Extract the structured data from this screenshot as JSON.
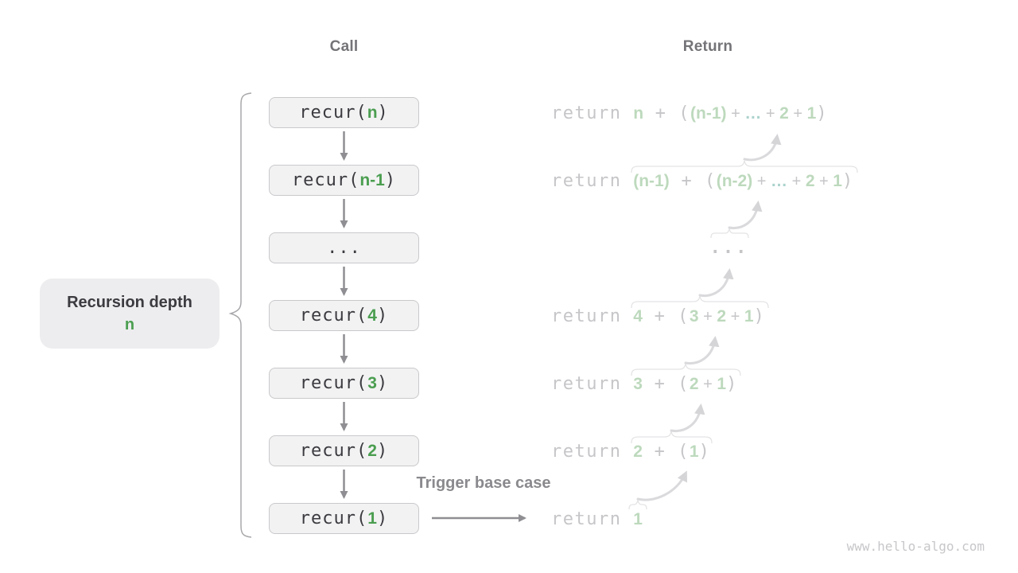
{
  "headers": {
    "call": "Call",
    "return": "Return"
  },
  "labels": {
    "recursion_depth_title": "Recursion depth",
    "recursion_depth_value": "n",
    "trigger_base_case": "Trigger base case",
    "watermark": "www.hello-algo.com"
  },
  "call_boxes": [
    {
      "segments": [
        {
          "t": "recur(",
          "s": "code"
        },
        {
          "t": "n",
          "s": "arg"
        },
        {
          "t": ")",
          "s": "code"
        }
      ]
    },
    {
      "segments": [
        {
          "t": "recur(",
          "s": "code"
        },
        {
          "t": "n-1",
          "s": "arg"
        },
        {
          "t": ")",
          "s": "code"
        }
      ]
    },
    {
      "segments": [
        {
          "t": "...",
          "s": "code"
        }
      ]
    },
    {
      "segments": [
        {
          "t": "recur(",
          "s": "code"
        },
        {
          "t": "4",
          "s": "arg"
        },
        {
          "t": ")",
          "s": "code"
        }
      ]
    },
    {
      "segments": [
        {
          "t": "recur(",
          "s": "code"
        },
        {
          "t": "3",
          "s": "arg"
        },
        {
          "t": ")",
          "s": "code"
        }
      ]
    },
    {
      "segments": [
        {
          "t": "recur(",
          "s": "code"
        },
        {
          "t": "2",
          "s": "arg"
        },
        {
          "t": ")",
          "s": "code"
        }
      ]
    },
    {
      "segments": [
        {
          "t": "recur(",
          "s": "code"
        },
        {
          "t": "1",
          "s": "arg"
        },
        {
          "t": ")",
          "s": "code"
        }
      ]
    }
  ],
  "return_lines": [
    {
      "segments": [
        {
          "t": "return ",
          "s": "kw"
        },
        {
          "t": "n",
          "s": "val"
        },
        {
          "t": " + ",
          "s": "kw"
        },
        {
          "t": "(",
          "s": "kw"
        },
        {
          "t": "(n-1)",
          "s": "val"
        },
        {
          "t": " + ",
          "s": "op"
        },
        {
          "t": "…",
          "s": "ell"
        },
        {
          "t": " + ",
          "s": "op"
        },
        {
          "t": "2",
          "s": "val"
        },
        {
          "t": " + ",
          "s": "op"
        },
        {
          "t": "1",
          "s": "val"
        },
        {
          "t": ")",
          "s": "kw"
        }
      ]
    },
    {
      "segments": [
        {
          "t": "return ",
          "s": "kw"
        },
        {
          "t": "(n-1)",
          "s": "val"
        },
        {
          "t": " + ",
          "s": "kw"
        },
        {
          "t": "(",
          "s": "kw"
        },
        {
          "t": "(n-2)",
          "s": "val"
        },
        {
          "t": " + ",
          "s": "op"
        },
        {
          "t": "…",
          "s": "ell"
        },
        {
          "t": " + ",
          "s": "op"
        },
        {
          "t": "2",
          "s": "val"
        },
        {
          "t": " + ",
          "s": "op"
        },
        {
          "t": "1",
          "s": "val"
        },
        {
          "t": ")",
          "s": "kw"
        }
      ]
    },
    {
      "segments": [
        {
          "t": "...",
          "s": "dots"
        }
      ]
    },
    {
      "segments": [
        {
          "t": "return ",
          "s": "kw"
        },
        {
          "t": "4",
          "s": "val"
        },
        {
          "t": " + ",
          "s": "kw"
        },
        {
          "t": "(",
          "s": "kw"
        },
        {
          "t": "3",
          "s": "val"
        },
        {
          "t": " + ",
          "s": "op"
        },
        {
          "t": "2",
          "s": "val"
        },
        {
          "t": " + ",
          "s": "op"
        },
        {
          "t": "1",
          "s": "val"
        },
        {
          "t": ")",
          "s": "kw"
        }
      ]
    },
    {
      "segments": [
        {
          "t": "return ",
          "s": "kw"
        },
        {
          "t": "3",
          "s": "val"
        },
        {
          "t": " + ",
          "s": "kw"
        },
        {
          "t": "(",
          "s": "kw"
        },
        {
          "t": "2",
          "s": "val"
        },
        {
          "t": " + ",
          "s": "op"
        },
        {
          "t": "1",
          "s": "val"
        },
        {
          "t": ")",
          "s": "kw"
        }
      ]
    },
    {
      "segments": [
        {
          "t": "return ",
          "s": "kw"
        },
        {
          "t": "2",
          "s": "val"
        },
        {
          "t": " + ",
          "s": "kw"
        },
        {
          "t": "(",
          "s": "kw"
        },
        {
          "t": "1",
          "s": "val"
        },
        {
          "t": ")",
          "s": "kw"
        }
      ]
    },
    {
      "segments": [
        {
          "t": "return ",
          "s": "kw"
        },
        {
          "t": "1",
          "s": "val"
        }
      ]
    }
  ],
  "colors": {
    "green": "#4b9e50",
    "light_green": "#bdd9bd",
    "teal": "#abd3cd",
    "code_dark": "#3b3b40",
    "dark_text": "#3b3b40",
    "gray_text": "#c6c6c9",
    "box_fill": "#f2f2f3",
    "box_border": "#c9c9cc",
    "arrow": "#8f8f93",
    "light_arrow": "#dadadd",
    "brace": "#a8a8ab",
    "faint_brace": "#e4e4e6",
    "header": "#747478",
    "trigger": "#8a8a8e",
    "watermark": "#c7c7ca",
    "label_fill": "#ededef"
  }
}
